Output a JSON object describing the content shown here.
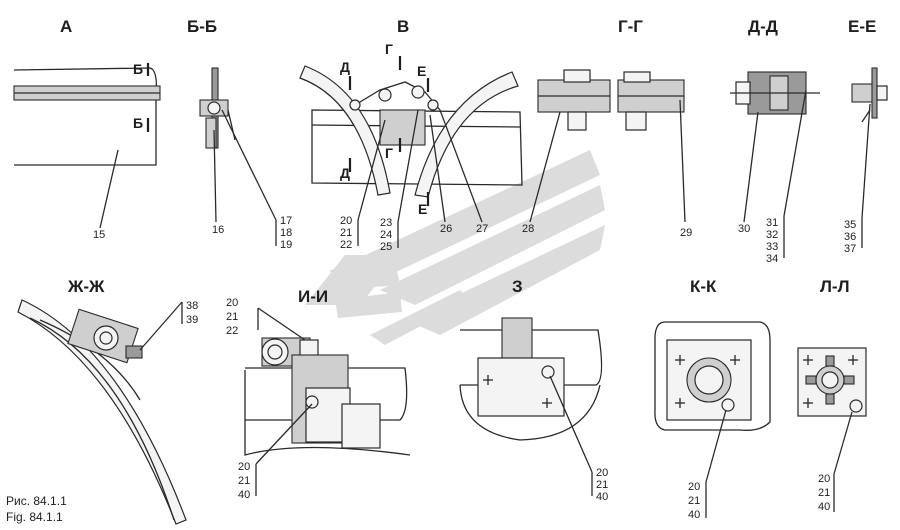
{
  "views": {
    "a": "А",
    "bb": "Б-Б",
    "v": "В",
    "gg": "Г-Г",
    "dd": "Д-Д",
    "ee": "Е-Е",
    "zhzh": "Ж-Ж",
    "ii": "И-И",
    "z": "З",
    "kk": "К-К",
    "ll": "Л-Л"
  },
  "section_marks": {
    "b": "Б",
    "g": "Г",
    "d": "Д",
    "e": "Е"
  },
  "callouts": {
    "c15": "15",
    "c16": "16",
    "c17": "17",
    "c18": "18",
    "c19": "19",
    "c20": "20",
    "c21": "21",
    "c22": "22",
    "c23": "23",
    "c24": "24",
    "c25": "25",
    "c26": "26",
    "c27": "27",
    "c28": "28",
    "c29": "29",
    "c30": "30",
    "c31": "31",
    "c32": "32",
    "c33": "33",
    "c34": "34",
    "c35": "35",
    "c36": "36",
    "c37": "37",
    "c38": "38",
    "c39": "39",
    "c40": "40"
  },
  "caption": {
    "ru": "Рис. 84.1.1",
    "en": "Fig. 84.1.1"
  },
  "colors": {
    "line": "#2a2a2a",
    "watermark": "#d9d9d9",
    "background": "#ffffff"
  }
}
